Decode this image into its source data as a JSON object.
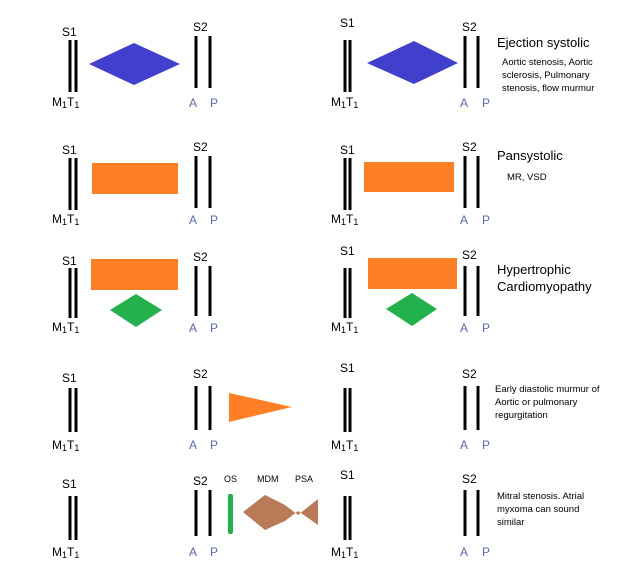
{
  "labels": {
    "s1": "S1",
    "s2": "S2",
    "m": "M",
    "t": "T",
    "sub1": "1",
    "a": "A",
    "p": "P",
    "os": "OS",
    "mdm": "MDM",
    "psa": "PSA"
  },
  "rows": [
    {
      "title": "Ejection systolic",
      "description": "Aortic stenosis, Aortic sclerosis, Pulmonary stenosis, flow murmur"
    },
    {
      "title": "Pansystolic",
      "description": "MR, VSD"
    },
    {
      "title": "Hypertrophic Cardiomyopathy",
      "description": ""
    },
    {
      "title": "",
      "description": "Early diastolic murmur of Aortic or pulmonary regurgitation"
    },
    {
      "title": "",
      "description": "Mitral stenosis. Atrial myxoma can sound similar"
    }
  ],
  "colors": {
    "ejection": "#4040cc",
    "pansystolic": "#ff7f27",
    "hcm_diamond": "#22b14c",
    "diastolic": "#ff7f27",
    "os_bar": "#22b14c",
    "mdm": "#b97a57",
    "heart_sound": "#000000",
    "a2p2_label": "#5a6aa8"
  }
}
